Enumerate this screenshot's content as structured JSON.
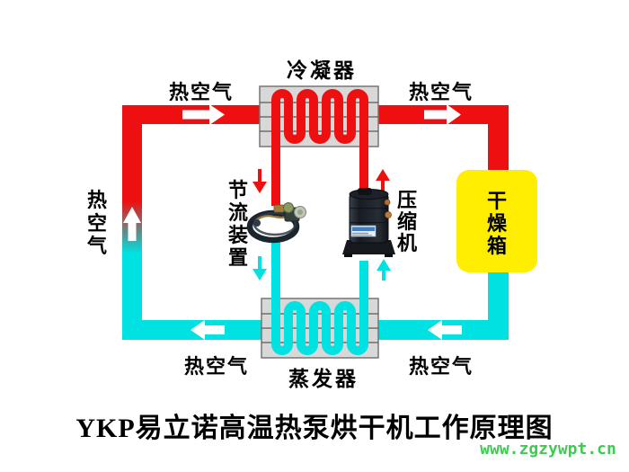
{
  "diagram": {
    "title": "YKP易立诺高温热泵烘干机工作原理图",
    "watermark": "www.zgzywpt.cn",
    "components": {
      "condenser": "冷凝器",
      "evaporator": "蒸发器",
      "throttle_device": "节流装置",
      "compressor": "压缩机",
      "drying_box": "干燥箱"
    },
    "air_labels": {
      "top_left": "热空气",
      "top_right": "热空气",
      "left": "热空气",
      "bottom_left": "热空气",
      "bottom_right": "热空气"
    },
    "icons": {
      "air_flow_arrow": "white-block-arrow",
      "hot_refrigerant_arrow": "red-thin-arrow",
      "cold_refrigerant_arrow": "cyan-thin-arrow"
    },
    "colors": {
      "hot_pipe": "#ee1010",
      "cold_pipe": "#00e1e1",
      "drying_box_fill": "#ffee00",
      "heat_exchanger_body": "#d8d8d8",
      "watermark_green": "#3fcb52",
      "label_text": "#000000"
    }
  }
}
